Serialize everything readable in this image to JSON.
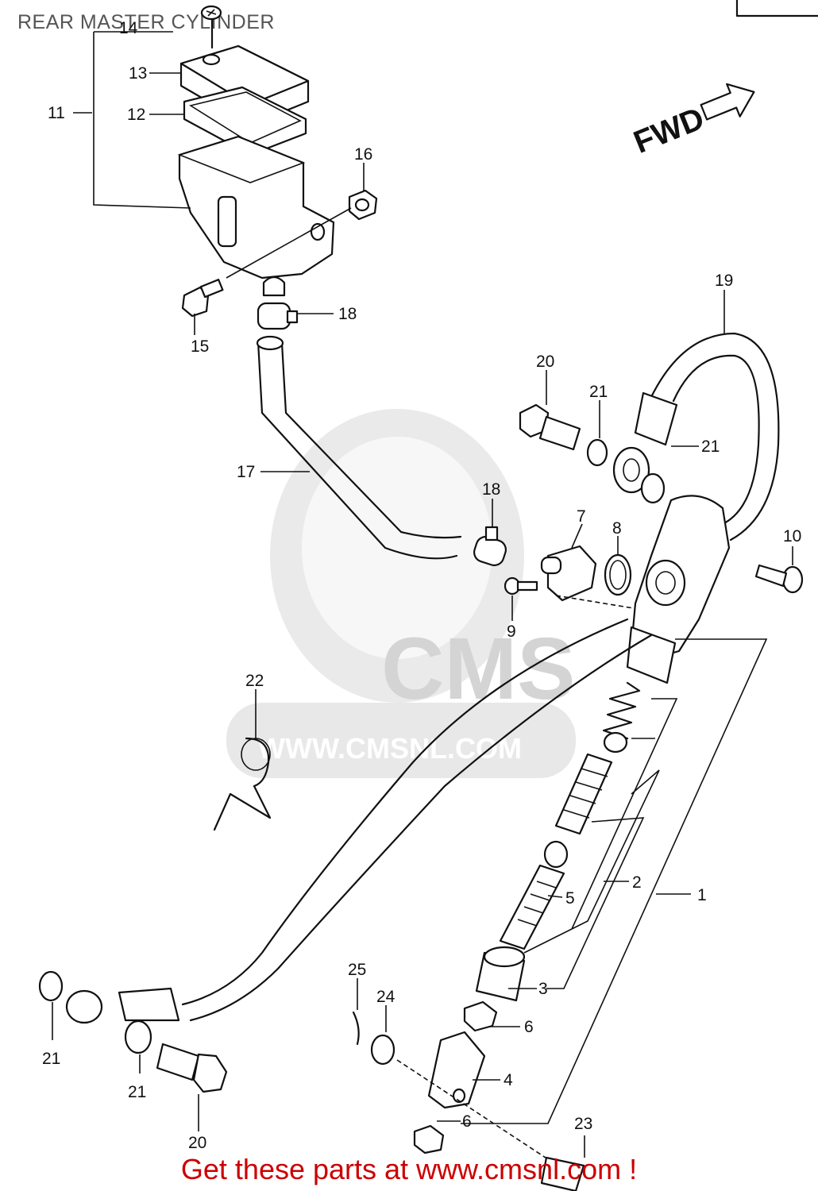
{
  "title": "REAR MASTER CYLINDER",
  "footer": "Get these parts at www.cmsnl.com !",
  "direction_label": "FWD",
  "watermark": {
    "logo_text": "CMS",
    "url_text": "WWW.CMSNL.COM"
  },
  "callouts": [
    "1",
    "2",
    "3",
    "4",
    "5",
    "6",
    "6",
    "7",
    "8",
    "9",
    "10",
    "11",
    "12",
    "13",
    "14",
    "15",
    "16",
    "17",
    "18",
    "18",
    "19",
    "20",
    "20",
    "21",
    "21",
    "21",
    "21",
    "22",
    "23",
    "24",
    "25"
  ],
  "colors": {
    "footer": "#cc0000",
    "title": "#555555",
    "line": "#111111",
    "watermark": "#d9d9d9"
  }
}
